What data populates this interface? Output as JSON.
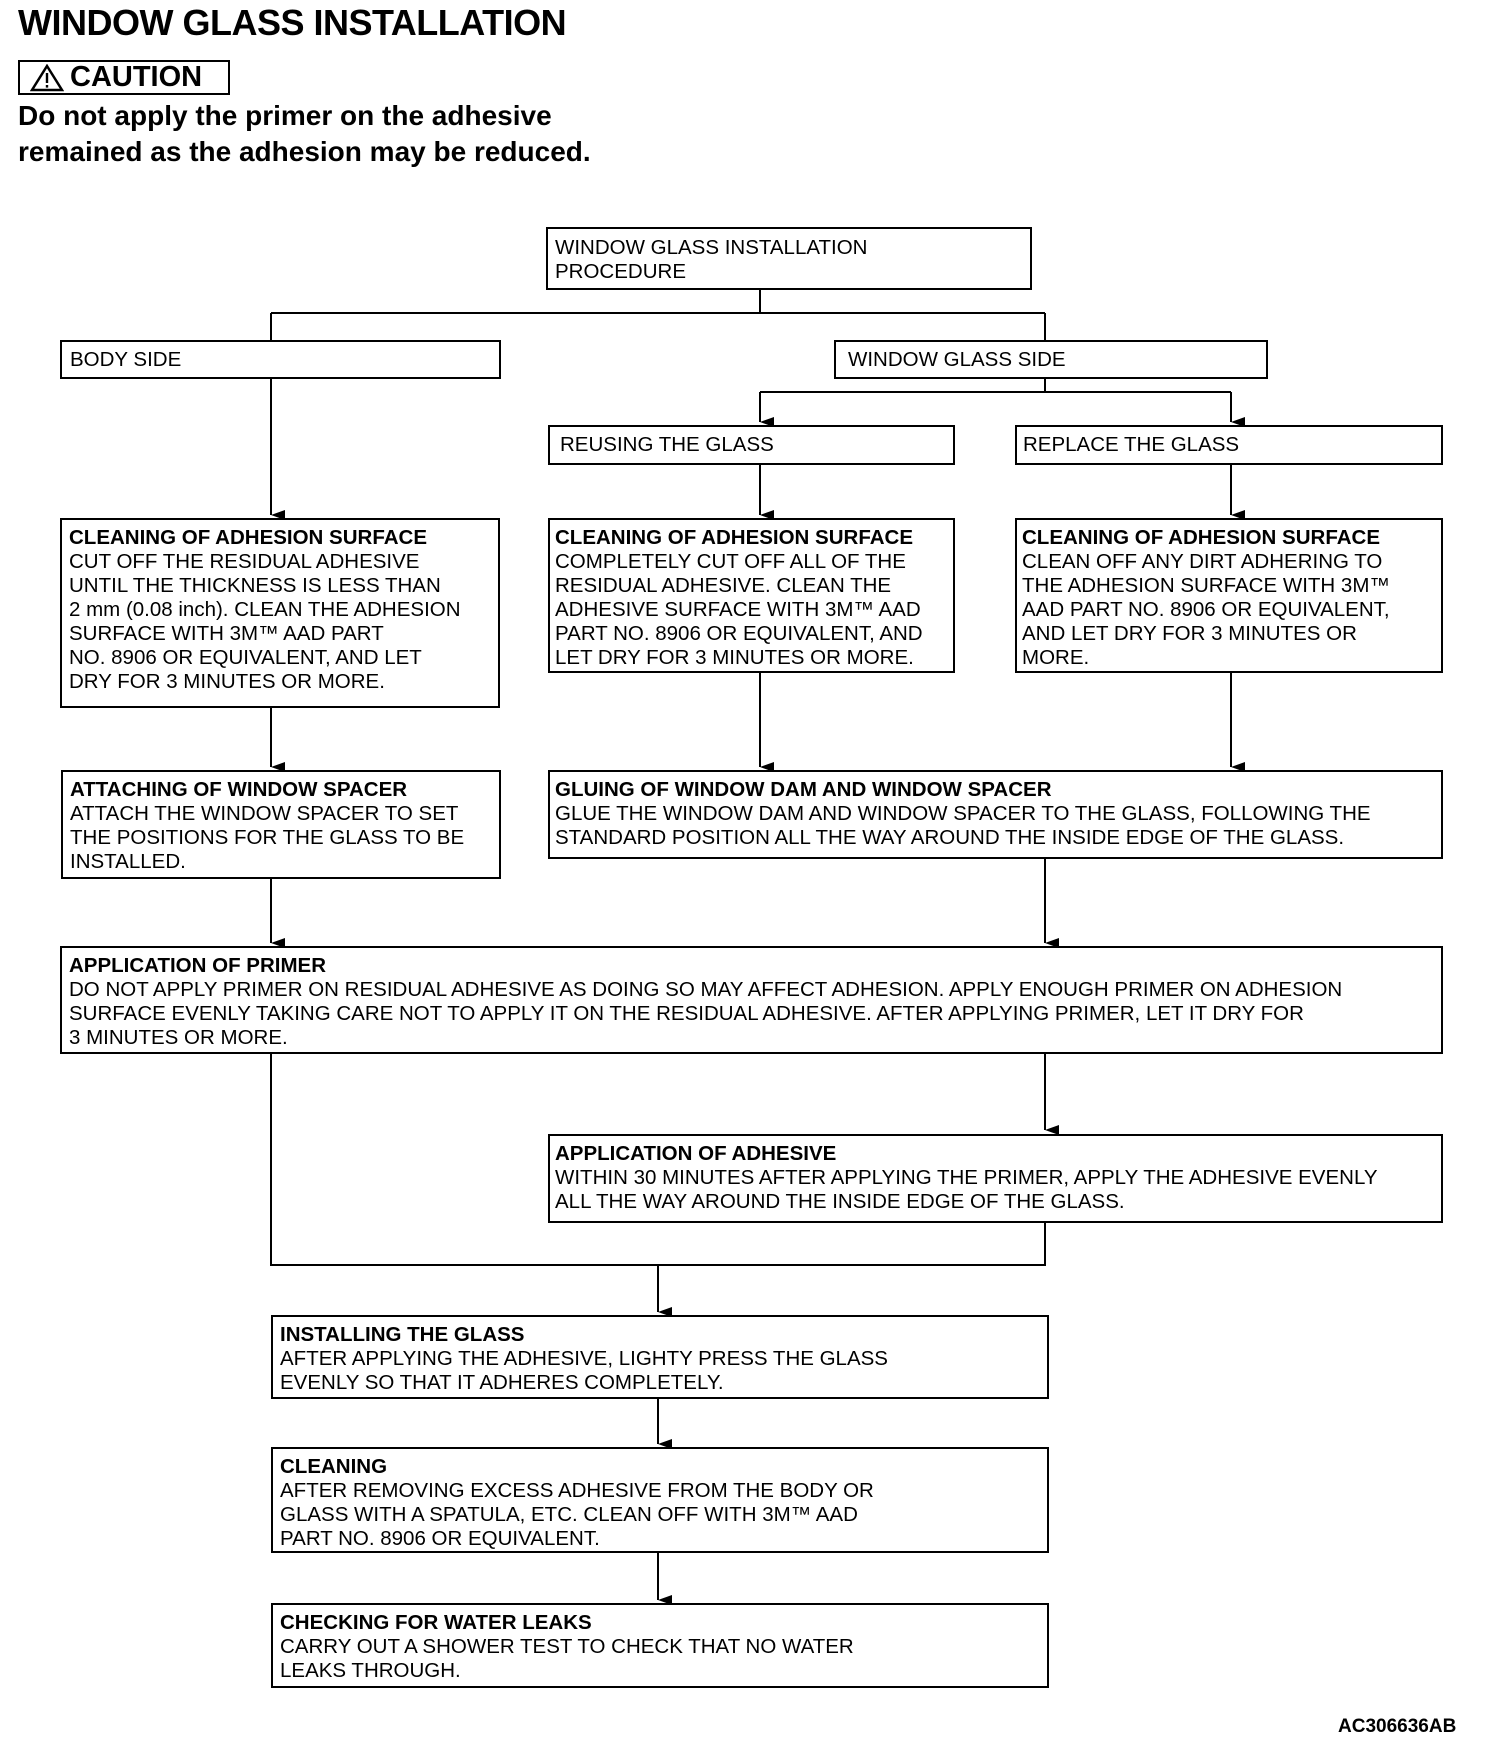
{
  "title": "WINDOW GLASS INSTALLATION",
  "caution": {
    "label": "CAUTION",
    "line1": "Do not apply the primer on the adhesive",
    "line2": "remained as the adhesion may be reduced."
  },
  "nodes": {
    "root": {
      "l1": "WINDOW GLASS INSTALLATION",
      "l2": "PROCEDURE"
    },
    "body_side": "BODY SIDE",
    "glass_side": "WINDOW GLASS SIDE",
    "reuse": "REUSING THE GLASS",
    "replace": "REPLACE  THE GLASS",
    "clean_body": {
      "heading": "CLEANING OF ADHESION SURFACE",
      "lines": [
        "CUT OFF THE RESIDUAL ADHESIVE",
        "UNTIL THE THICKNESS IS LESS THAN",
        "2 mm (0.08 inch). CLEAN THE ADHESION",
        "SURFACE WITH 3M™ AAD PART",
        "NO. 8906 OR EQUIVALENT, AND LET",
        "DRY FOR 3 MINUTES OR MORE."
      ]
    },
    "clean_reuse": {
      "heading": "CLEANING OF ADHESION SURFACE",
      "lines": [
        "COMPLETELY CUT OFF ALL OF THE",
        "RESIDUAL ADHESIVE. CLEAN THE",
        "ADHESIVE SURFACE WITH 3M™ AAD",
        "PART NO. 8906 OR EQUIVALENT, AND",
        "LET DRY FOR 3 MINUTES OR MORE."
      ]
    },
    "clean_replace": {
      "heading": "CLEANING OF ADHESION SURFACE",
      "lines": [
        "CLEAN OFF ANY DIRT ADHERING TO",
        "THE ADHESION SURFACE WITH 3M™",
        "AAD PART NO. 8906 OR EQUIVALENT,",
        "AND LET DRY FOR 3 MINUTES OR",
        "MORE."
      ]
    },
    "spacer": {
      "heading": "ATTACHING OF WINDOW SPACER",
      "lines": [
        "ATTACH THE WINDOW SPACER TO SET",
        "THE POSITIONS FOR THE GLASS TO BE",
        "INSTALLED."
      ]
    },
    "gluing": {
      "heading": "GLUING OF WINDOW DAM AND WINDOW SPACER",
      "lines": [
        "GLUE THE WINDOW DAM AND WINDOW SPACER TO THE GLASS, FOLLOWING THE",
        "STANDARD POSITION ALL THE WAY AROUND THE INSIDE EDGE OF THE GLASS."
      ]
    },
    "primer": {
      "heading": "APPLICATION OF PRIMER",
      "lines": [
        "DO NOT APPLY PRIMER ON RESIDUAL ADHESIVE AS DOING SO MAY AFFECT ADHESION. APPLY ENOUGH PRIMER ON ADHESION",
        "SURFACE EVENLY TAKING CARE NOT TO APPLY IT ON THE RESIDUAL ADHESIVE. AFTER APPLYING PRIMER, LET IT DRY FOR",
        "3 MINUTES OR MORE."
      ]
    },
    "adhesive": {
      "heading": "APPLICATION OF ADHESIVE",
      "lines": [
        "WITHIN 30 MINUTES AFTER APPLYING THE PRIMER, APPLY THE ADHESIVE EVENLY",
        "ALL THE WAY AROUND THE INSIDE EDGE OF THE GLASS."
      ]
    },
    "install": {
      "heading": "INSTALLING THE GLASS",
      "lines": [
        "AFTER APPLYING THE ADHESIVE, LIGHTY  PRESS THE GLASS",
        "EVENLY SO THAT IT ADHERES COMPLETELY."
      ]
    },
    "cleaning": {
      "heading": "CLEANING",
      "lines": [
        "AFTER REMOVING EXCESS ADHESIVE FROM THE BODY OR",
        "GLASS WITH A SPATULA, ETC. CLEAN OFF  WITH 3M™ AAD",
        "PART NO. 8906 OR EQUIVALENT."
      ]
    },
    "water": {
      "heading": "CHECKING FOR WATER  LEAKS",
      "lines": [
        "CARRY OUT A SHOWER TEST TO CHECK THAT NO WATER",
        "LEAKS THROUGH."
      ]
    }
  },
  "figure_ref": "AC306636AB"
}
